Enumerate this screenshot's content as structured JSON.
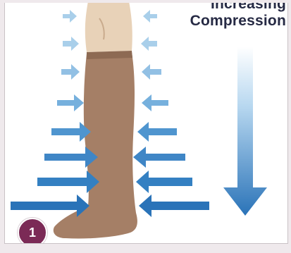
{
  "title_lines": [
    "Increasing",
    "Compression"
  ],
  "step_badge": "1",
  "colors": {
    "arrow_dark": "#2a73b8",
    "arrow_light": "#a9cfea",
    "stocking": "#a57f66",
    "skin": "#e8d2b8",
    "badge": "#7b2a56",
    "title": "#262a44"
  },
  "icons": {
    "pressure_arrows": "arrow-right / arrow-left pairs",
    "gradient_arrow": "arrow-down"
  }
}
